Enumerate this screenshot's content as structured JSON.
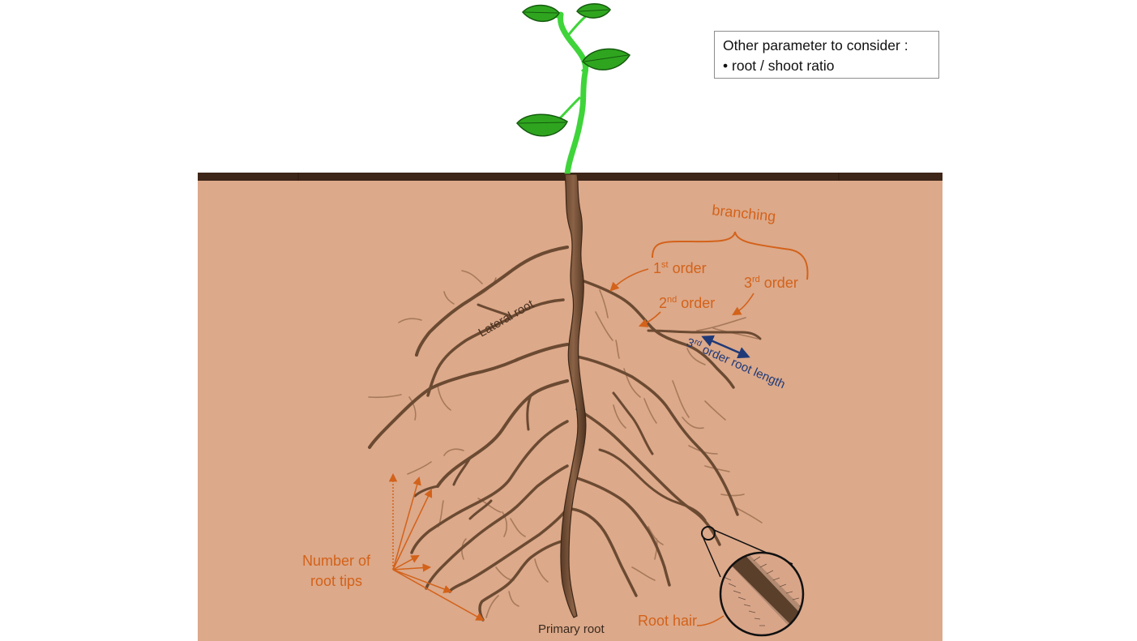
{
  "note": {
    "title": "Other parameter to consider :",
    "bullet": "•",
    "item": "root / shoot ratio"
  },
  "labels": {
    "branching": "branching",
    "first_order_num": "1",
    "first_order_sup": "st",
    "first_order_word": " order",
    "second_order_num": "2",
    "second_order_sup": "nd",
    "second_order_word": " order",
    "third_order_num": "3",
    "third_order_sup": "rd",
    "third_order_word": " order",
    "third_root_length_num": "3",
    "third_root_length_sup": "rd",
    "third_root_length_word": " order root length",
    "lateral_root": "Lateral root",
    "primary_root": "Primary root",
    "root_hair": "Root hair",
    "root_tips_line1": "Number of",
    "root_tips_line2": "root tips"
  },
  "colors": {
    "soil": "#dca98a",
    "soil_surface": "#3e2618",
    "root": "#6b4a32",
    "root_fine": "#a77a5c",
    "stem": "#3fd43a",
    "leaf": "#2fa51f",
    "annotation": "#d3621a",
    "length_arrow": "#1f3a78"
  }
}
